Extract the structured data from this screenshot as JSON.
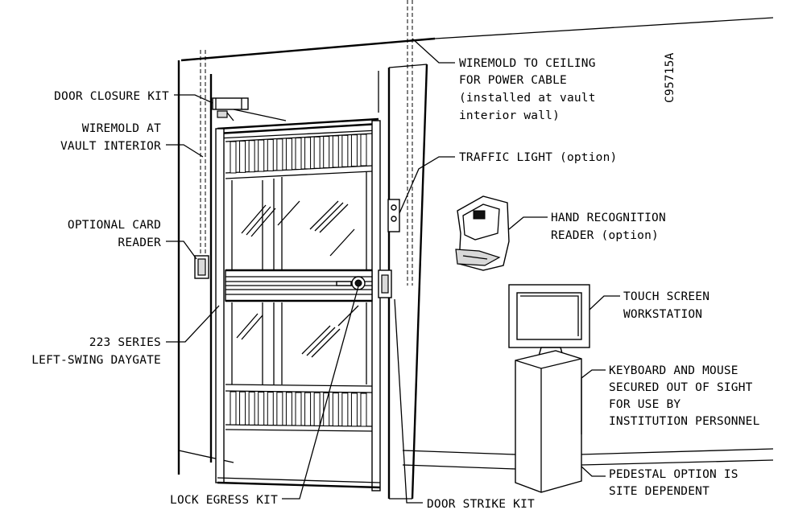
{
  "drawing_id": "C95715A",
  "labels": {
    "wiremold_ceiling": [
      "WIREMOLD TO CEILING",
      "FOR POWER CABLE",
      "(installed at vault",
      "interior wall)"
    ],
    "door_closure": [
      "DOOR CLOSURE KIT"
    ],
    "wiremold_vault": [
      "WIREMOLD AT",
      "VAULT INTERIOR"
    ],
    "traffic_light": [
      "TRAFFIC LIGHT (option)"
    ],
    "hand_reader": [
      "HAND RECOGNITION",
      "READER (option)"
    ],
    "card_reader": [
      "OPTIONAL CARD",
      "READER"
    ],
    "touch_screen": [
      "TOUCH SCREEN",
      "WORKSTATION"
    ],
    "daygate": [
      "223 SERIES",
      "LEFT-SWING DAYGATE"
    ],
    "keyboard": [
      "KEYBOARD AND MOUSE",
      "SECURED OUT OF SIGHT",
      "FOR USE BY",
      "INSTITUTION PERSONNEL"
    ],
    "pedestal": [
      "PEDESTAL OPTION IS",
      "SITE DEPENDENT"
    ],
    "lock_egress": [
      "LOCK EGRESS KIT"
    ],
    "door_strike": [
      "DOOR STRIKE KIT"
    ]
  }
}
